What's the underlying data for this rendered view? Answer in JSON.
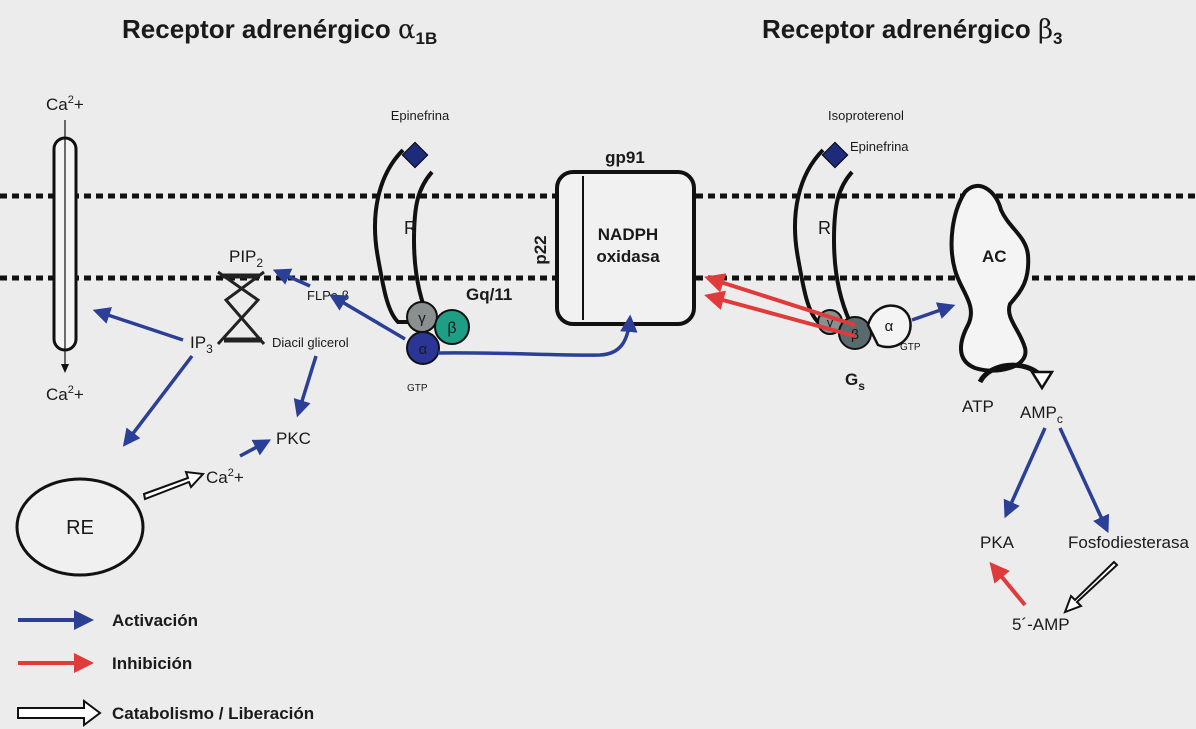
{
  "titles": {
    "left": {
      "main": "Receptor adrenérgico ",
      "greek": "α",
      "sub": "1B"
    },
    "right": {
      "main": "Receptor adrenérgico ",
      "greek": "β",
      "sub": "3"
    }
  },
  "left": {
    "ca_top": {
      "main": "Ca",
      "sup": "2",
      "tail": "+"
    },
    "ca_bottom": {
      "main": "Ca",
      "sup": "2",
      "tail": "+"
    },
    "ca_re": {
      "main": "Ca",
      "sup": "2",
      "tail": "+"
    },
    "pip2": {
      "main": "PIP",
      "sub": "2"
    },
    "ip3": {
      "main": "IP",
      "sub": "3"
    },
    "flpc": "FLPc-β",
    "diacil": "Diacil glicerol",
    "pkc": "PKC",
    "re": "RE",
    "epinefrina": "Epinefrina",
    "receptor": "R",
    "gamma": "γ",
    "beta": "β",
    "alpha": "α",
    "gtp": "GTP",
    "gq": "Gq/11"
  },
  "center": {
    "gp91": "gp91",
    "p22": "p22",
    "nadph1": "NADPH",
    "nadph2": "oxidasa"
  },
  "right": {
    "isoproterenol": "Isoproterenol",
    "epinefrina": "Epinefrina",
    "receptor": "R",
    "gamma": "γ",
    "beta": "β",
    "alpha": "α",
    "gtp": "GTP",
    "gs": {
      "main": "G",
      "sub": "s"
    },
    "ac": "AC",
    "atp": "ATP",
    "ampc": {
      "main": "AMP",
      "sub": "c"
    },
    "pka": "PKA",
    "fosfo": "Fosfodiesterasa",
    "amp5": "5´-AMP"
  },
  "legend": {
    "activacion": "Activación",
    "inhibicion": "Inhibición",
    "catabolismo": "Catabolismo / Liberación"
  },
  "colors": {
    "activation": "#2b3f96",
    "inhibition": "#e03a3a",
    "alpha_subunit": "#2a3596",
    "beta_subunit_left": "#1f9e86",
    "gamma_subunit": "#8a8f8f",
    "beta_subunit_right": "#5a6b6e",
    "ligand": "#1e2a7a"
  }
}
